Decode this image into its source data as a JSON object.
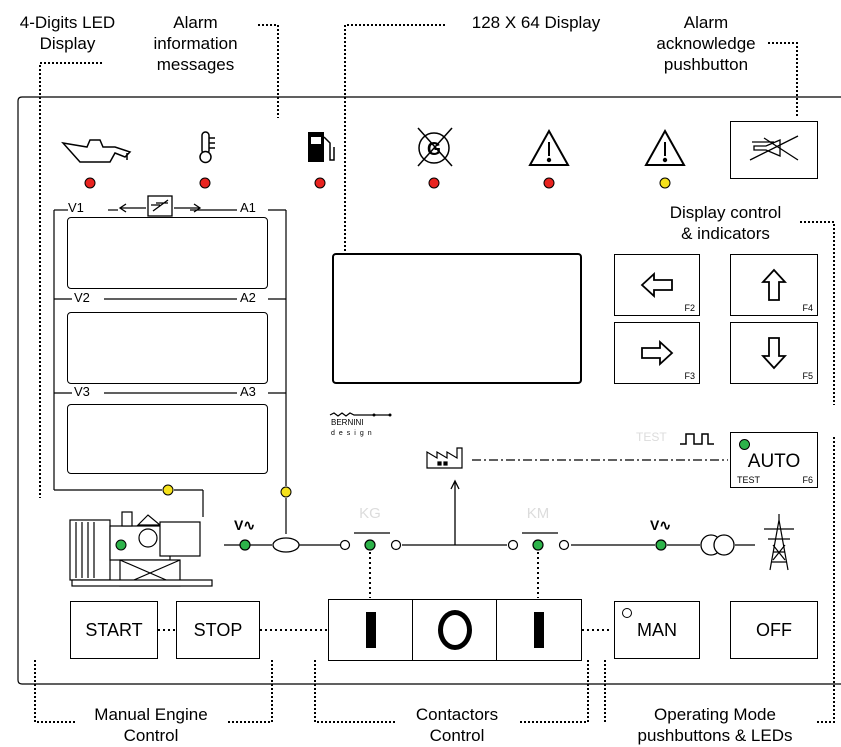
{
  "callouts": {
    "led_display": [
      "4-Digits LED",
      "Display"
    ],
    "alarm_messages": [
      "Alarm",
      "information",
      "messages"
    ],
    "lcd_display": "128 X 64 Display",
    "alarm_ack": [
      "Alarm",
      "acknowledge",
      "pushbutton"
    ],
    "display_control": [
      "Display control",
      "& indicators"
    ],
    "manual_engine": [
      "Manual Engine",
      "Control"
    ],
    "contactors": [
      "Contactors",
      "Control"
    ],
    "operating_mode": [
      "Operating Mode",
      "pushbuttons & LEDs"
    ]
  },
  "meter_labels": {
    "v1": "V1",
    "a1": "A1",
    "v2": "V2",
    "a2": "A2",
    "v3": "V3",
    "a3": "A3"
  },
  "function_keys": {
    "f2": "F2",
    "f3": "F3",
    "f4": "F4",
    "f5": "F5",
    "f6": "F6"
  },
  "buttons": {
    "start": "START",
    "stop": "STOP",
    "man": "MAN",
    "off": "OFF",
    "auto": "AUTO",
    "auto_test": "TEST"
  },
  "test_label": "TEST",
  "logo": {
    "name": "BERNINI",
    "sub": "design"
  },
  "alarm_icons": [
    {
      "name": "oil-pressure-icon",
      "led": "red"
    },
    {
      "name": "temperature-icon",
      "led": "red"
    },
    {
      "name": "fuel-icon",
      "led": "red"
    },
    {
      "name": "no-generator-icon",
      "led": "red"
    },
    {
      "name": "warning-icon",
      "led": "red"
    },
    {
      "name": "warning-icon",
      "led": "yellow"
    }
  ],
  "contactor_labels": {
    "kg": "KG",
    "km": "KM",
    "generator": "G"
  },
  "colors": {
    "led_red": "#e8231f",
    "led_green": "#2db34a",
    "led_yellow": "#f5e11b",
    "faded": "#dcdcdc"
  }
}
